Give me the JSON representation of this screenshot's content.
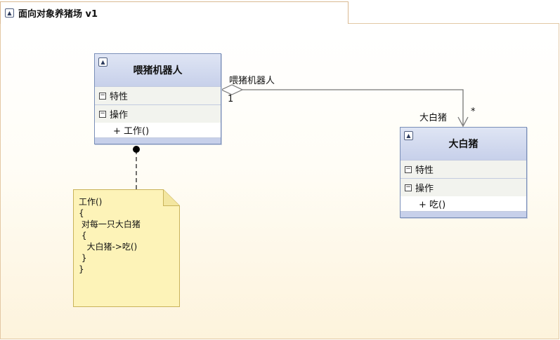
{
  "frame": {
    "title": "面向对象养猪场 v1"
  },
  "classes": [
    {
      "name": "喂猪机器人",
      "attributes_label": "特性",
      "operations_label": "操作",
      "operations": [
        "+ 工作()"
      ]
    },
    {
      "name": "大白猪",
      "attributes_label": "特性",
      "operations_label": "操作",
      "operations": [
        "+ 吃()"
      ]
    }
  ],
  "association": {
    "source_role": "喂猪机器人",
    "source_multiplicity": "1",
    "target_role": "大白猪",
    "target_multiplicity": "*"
  },
  "note": {
    "text": "工作()\n{\n 对每一只大白猪\n {\n   大白猪->吃()\n }\n}"
  },
  "colors": {
    "class_header": "#c7d0ea",
    "class_border": "#7a8fb8",
    "note_fill": "#fdf3b8",
    "note_border": "#c9b35a",
    "frame_border": "#e3c8a4"
  }
}
